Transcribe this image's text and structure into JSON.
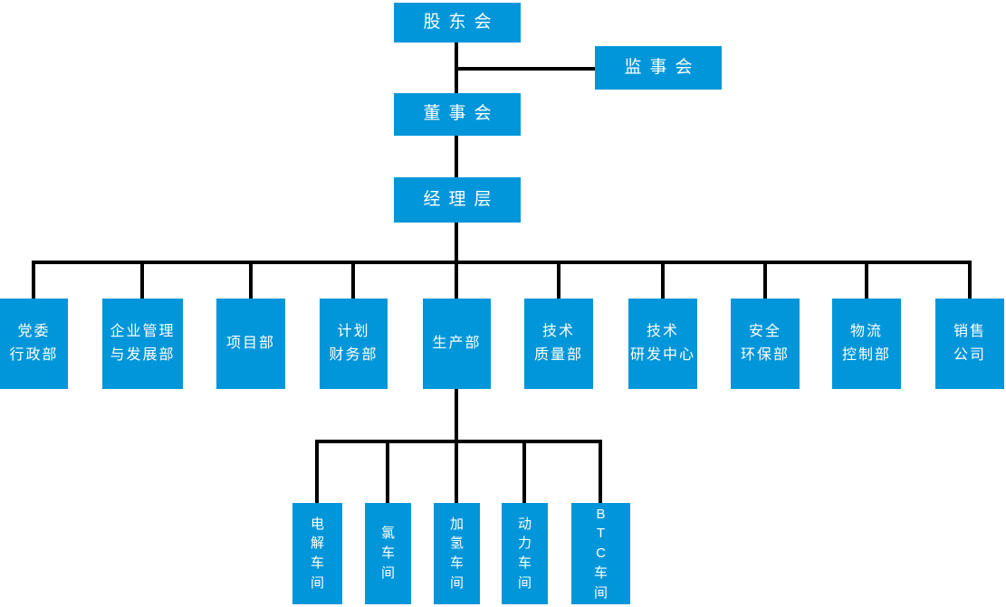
{
  "colors": {
    "node_fill": "#0096d9",
    "node_text": "#ffffff",
    "connector": "#000000",
    "background": "#ffffff"
  },
  "org": {
    "top": {
      "shareholders": {
        "label": "股东会"
      },
      "supervisory": {
        "label": "监事会"
      },
      "board": {
        "label": "董事会"
      },
      "management": {
        "label": "经理层"
      }
    },
    "departments": [
      {
        "label": "党委\n行政部"
      },
      {
        "label": "企业管理\n与发展部"
      },
      {
        "label": "项目部"
      },
      {
        "label": "计划\n财务部"
      },
      {
        "label": "生产部"
      },
      {
        "label": "技术\n质量部"
      },
      {
        "label": "技术\n研发中心"
      },
      {
        "label": "安全\n环保部"
      },
      {
        "label": "物流\n控制部"
      },
      {
        "label": "销售\n公司"
      }
    ],
    "workshops": [
      {
        "label": "电解车间"
      },
      {
        "label": "氯车间"
      },
      {
        "label": "加氢车间"
      },
      {
        "label": "动力车间"
      },
      {
        "label": "BTC车间"
      }
    ]
  }
}
